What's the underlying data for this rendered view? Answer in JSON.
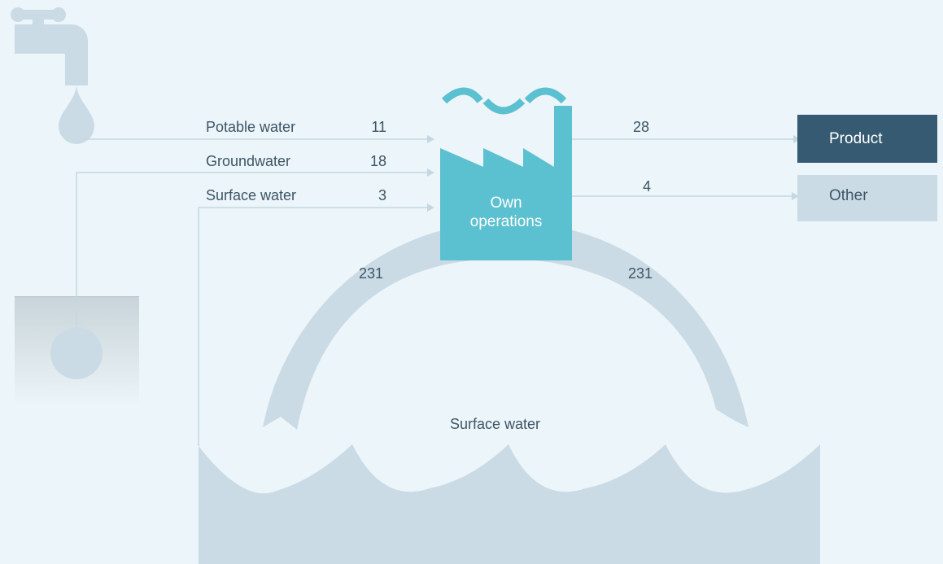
{
  "colors": {
    "background": "#ecf5f9",
    "shape": "#cbdbe5",
    "line": "#c4d8e2",
    "factory": "#5bc0cf",
    "product_box": "#365a71",
    "other_box": "#cbdbe5",
    "text": "#3d5566"
  },
  "icons": {
    "tap": "tap-icon",
    "well": "well-icon",
    "factory": "factory-icon",
    "waves": "wave-icon"
  },
  "inputs": [
    {
      "label": "Potable water",
      "value": "11"
    },
    {
      "label": "Groundwater",
      "value": "18"
    },
    {
      "label": "Surface water",
      "value": "3"
    }
  ],
  "operations": {
    "label_line1": "Own",
    "label_line2": "operations"
  },
  "outputs": [
    {
      "label": "Product",
      "value": "28"
    },
    {
      "label": "Other",
      "value": "4"
    }
  ],
  "cycle": {
    "left_value": "231",
    "right_value": "231"
  },
  "water_body": {
    "label": "Surface water"
  }
}
